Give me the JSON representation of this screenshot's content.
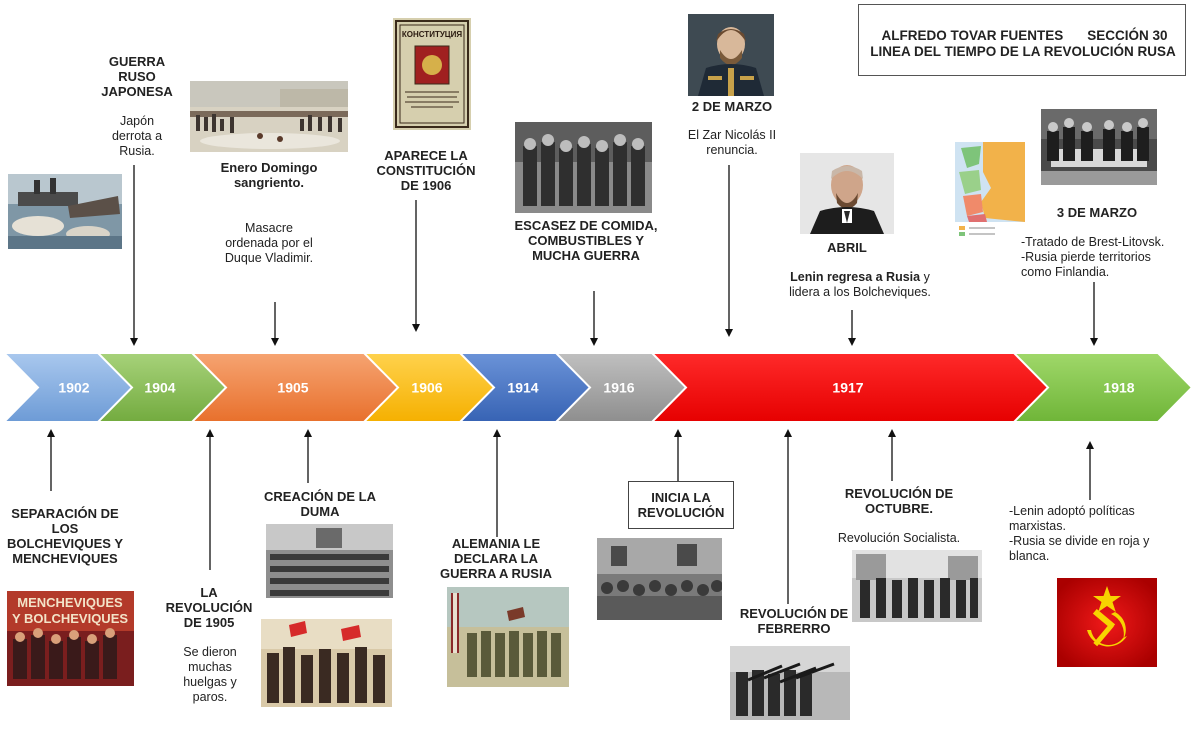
{
  "header": {
    "author": "ALFREDO TOVAR FUENTES",
    "section": "SECCIÓN 30",
    "title": "LINEA DEL TIEMPO DE LA REVOLUCIÓN RUSA"
  },
  "colors": {
    "y1902": "#8ab4e0",
    "y1904": "#8cc25a",
    "y1905": "#f0894a",
    "y1906": "#ffc21a",
    "y1914": "#4a78c8",
    "y1916": "#a6a6a6",
    "y1917": "#ff0000",
    "y1918": "#86c94a"
  },
  "years": [
    "1902",
    "1904",
    "1905",
    "1906",
    "1914",
    "1916",
    "1917",
    "1918"
  ],
  "top_events": {
    "e1904": {
      "title": "GUERRA RUSO JAPONESA",
      "body": "Japón derrota a Rusia."
    },
    "e1905": {
      "title": "Enero Domingo sangriento.",
      "body": "Masacre ordenada por el Duque Vladimir."
    },
    "e1906": {
      "title": "APARECE LA CONSTITUCIÓN DE 1906"
    },
    "e1916": {
      "title": "ESCASEZ DE COMIDA, COMBUSTIBLES Y MUCHA GUERRA"
    },
    "e1917_marzo": {
      "title": "2 DE MARZO",
      "body": "El Zar Nicolás II renuncia."
    },
    "e1917_abril": {
      "title": "ABRIL",
      "body_bold": "Lenin regresa a Rusia",
      "body_rest": " y lidera a los Bolcheviques."
    },
    "e1918": {
      "title": "3 DE MARZO",
      "line1": "-Tratado de Brest-Litovsk.",
      "line2": "-Rusia pierde territorios como Finlandia."
    }
  },
  "bottom_events": {
    "b1902": {
      "title": "SEPARACIÓN DE LOS BOLCHEVIQUES Y MENCHEVIQUES",
      "poster": "MENCHEVIQUES Y BOLCHEVIQUES"
    },
    "b1904": {
      "title": "LA REVOLUCIÓN DE 1905",
      "body": "Se dieron muchas huelgas y paros."
    },
    "b1905": {
      "title": "CREACIÓN DE LA DUMA"
    },
    "b1914": {
      "title": "ALEMANIA LE DECLARA LA GUERRA A RUSIA"
    },
    "b1917_inicia": {
      "title": "INICIA LA REVOLUCIÓN"
    },
    "b1917_febrero": {
      "title": "REVOLUCIÓN DE FEBRERRO"
    },
    "b1917_octubre": {
      "title": "REVOLUCIÓN DE OCTUBRE.",
      "body": "Revolución Socialista."
    },
    "b1918": {
      "line1": "-Lenin adoptó políticas marxistas.",
      "line2": "-Rusia se divide en roja y blanca."
    }
  },
  "images": {
    "constitution_cover": "КОНСТИТУЦИЯ"
  }
}
